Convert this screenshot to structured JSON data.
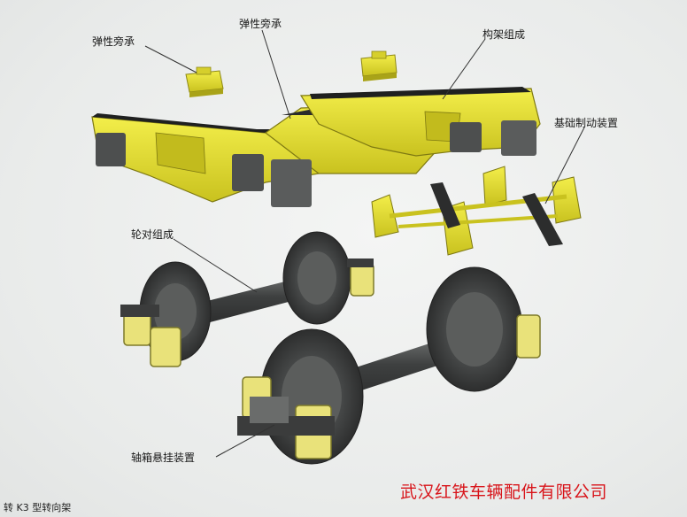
{
  "labels": {
    "side_bearing_left": "弹性旁承",
    "side_bearing_right": "弹性旁承",
    "frame_assembly": "构架组成",
    "brake_device": "基础制动装置",
    "wheelset": "轮对组成",
    "axlebox_suspension": "轴箱悬挂装置"
  },
  "caption": "转 K3 型转向架",
  "company": "武汉红铁车辆配件有限公司",
  "colors": {
    "frame_yellow": "#e8e12a",
    "frame_shadow": "#a9a318",
    "steel_dark": "#4a4c4c",
    "spring_yellow": "#e9e27a",
    "company_red": "#d8141a"
  }
}
